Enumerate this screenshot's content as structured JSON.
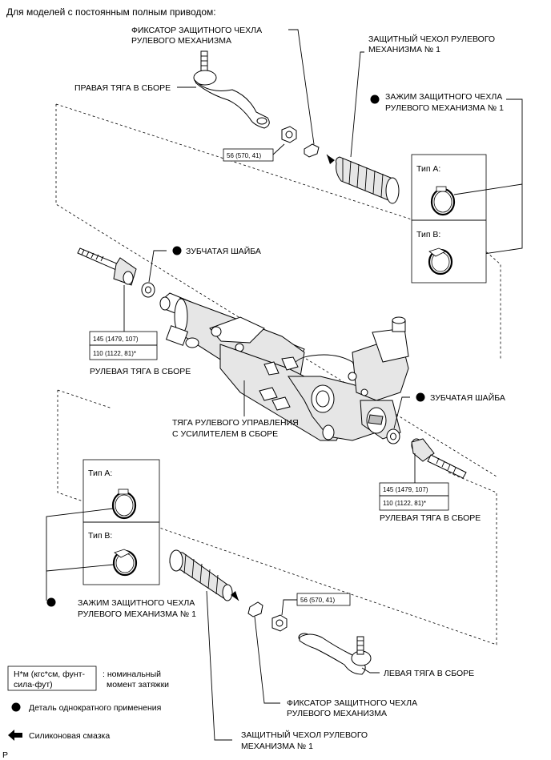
{
  "header": "Для моделей с постоянным полным приводом:",
  "labels": {
    "boot_clip_top_1": "ФИКСАТОР ЗАЩИТНОГО ЧЕХЛА",
    "boot_clip_top_2": "РУЛЕВОГО МЕХАНИЗМА",
    "boot_top_1": "ЗАЩИТНЫЙ ЧЕХОЛ РУЛЕВОГО",
    "boot_top_2": "МЕХАНИЗМА № 1",
    "tie_end_right": "ПРАВАЯ ТЯГА В СБОРЕ",
    "clamp_top_1": "ЗАЖИМ ЗАЩИТНОГО ЧЕХЛА",
    "clamp_top_2": "РУЛЕВОГО МЕХАНИЗМА № 1",
    "torque_nut_top": "56 (570, 41)",
    "type_a_top": "Тип A:",
    "type_b_top": "Тип B:",
    "claw_washer_left": "ЗУБЧАТАЯ ШАЙБА",
    "torque_rod_left_1": "145 (1479, 107)",
    "torque_rod_left_2": "110 (1122, 81)*",
    "rack_end_left": "РУЛЕВАЯ ТЯГА В СБОРЕ",
    "gear_assy_1": "ТЯГА РУЛЕВОГО УПРАВЛЕНИЯ",
    "gear_assy_2": "С УСИЛИТЕЛЕМ В СБОРЕ",
    "claw_washer_right": "ЗУБЧАТАЯ ШАЙБА",
    "torque_rod_right_1": "145 (1479, 107)",
    "torque_rod_right_2": "110 (1122, 81)*",
    "rack_end_right": "РУЛЕВАЯ ТЯГА В СБОРЕ",
    "type_a_bottom": "Тип A:",
    "type_b_bottom": "Тип B:",
    "clamp_bottom_1": "ЗАЖИМ ЗАЩИТНОГО ЧЕХЛА",
    "clamp_bottom_2": "РУЛЕВОГО МЕХАНИЗМА № 1",
    "torque_nut_bottom": "56 (570, 41)",
    "tie_end_left": "ЛЕВАЯ ТЯГА В СБОРЕ",
    "boot_clip_bottom_1": "ФИКСАТОР ЗАЩИТНОГО ЧЕХЛА",
    "boot_clip_bottom_2": "РУЛЕВОГО МЕХАНИЗМА",
    "boot_bottom_1": "ЗАЩИТНЫЙ ЧЕХОЛ РУЛЕВОГО",
    "boot_bottom_2": "МЕХАНИЗМА № 1"
  },
  "legend": {
    "torque_box_1": "Н*м (кгс*см, фунт-",
    "torque_box_2": "сила-фут)",
    "torque_desc_1": ": номинальный",
    "torque_desc_2": "момент затяжки",
    "single_use": "Деталь однократного применения",
    "silicone": "Силиконовая смазка"
  },
  "footer_code": "P"
}
